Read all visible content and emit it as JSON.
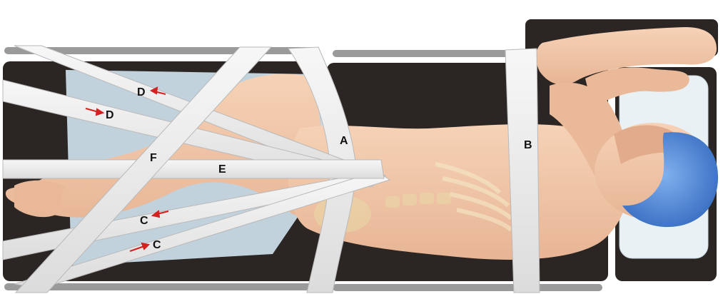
{
  "labels": {
    "a": "A",
    "b": "B",
    "c_upper": "C",
    "c_lower": "C",
    "d_upper": "D",
    "d_lower": "D",
    "e": "E",
    "f": "F"
  },
  "colors": {
    "table_pad": "#2b2624",
    "table_rail": "#8a8a8a",
    "strap": "#efefef",
    "strap_edge": "#b9b9b9",
    "skin": "#f2c6a6",
    "skin_shadow": "#d9a585",
    "drape": "#c9dbe8",
    "cap": "#5b8fd6",
    "arrow": "#d62020",
    "pillow": "#e9f1f5"
  },
  "icons": [
    "arrow-icon"
  ]
}
